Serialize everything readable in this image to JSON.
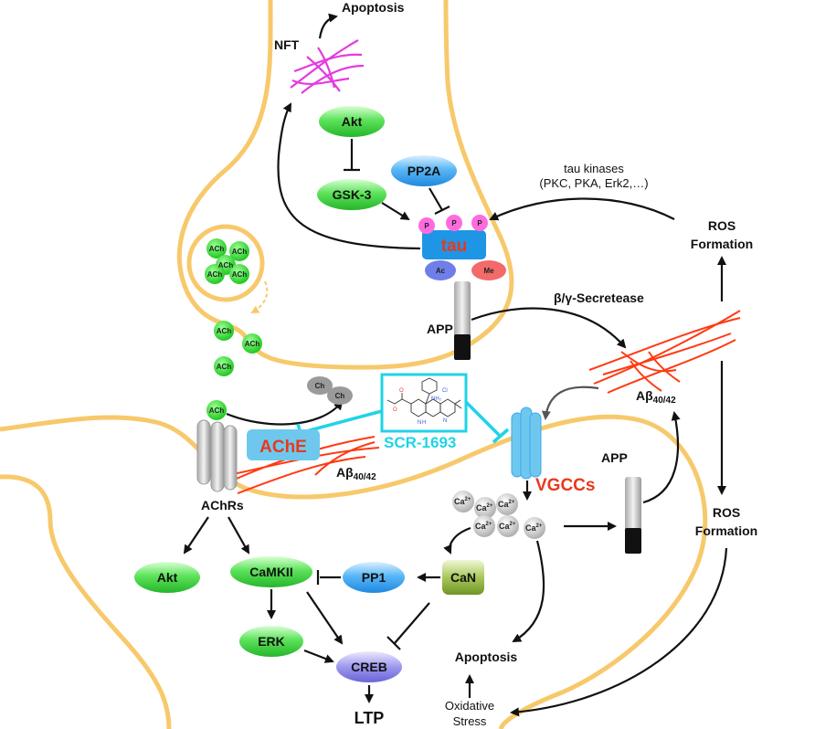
{
  "labels": {
    "apoptosis_top": "Apoptosis",
    "nft": "NFT",
    "akt_top": "Akt",
    "gsk3": "GSK-3",
    "pp2a": "PP2A",
    "tau": "tau",
    "p": "P",
    "ac": "Ac",
    "me": "Me",
    "tau_kinases_1": "tau kinases",
    "tau_kinases_2": "(PKC, PKA, Erk2,…)",
    "ros_top_1": "ROS",
    "ros_top_2": "Formation",
    "app_top": "APP",
    "secretase": "β/γ-Secretease",
    "abeta_right": "Aβ",
    "abeta_right_sub": "40/42",
    "ach": "ACh",
    "ch": "Ch",
    "ache": "AChE",
    "scr": "SCR-1693",
    "abeta_mid": "Aβ",
    "abeta_mid_sub": "40/42",
    "vgccs": "VGCCs",
    "app_right": "APP",
    "ca": "Ca",
    "ca_sup": "2+",
    "achrs": "AChRs",
    "akt_bottom": "Akt",
    "camkii": "CaMKII",
    "pp1": "PP1",
    "can": "CaN",
    "erk": "ERK",
    "creb": "CREB",
    "ltp": "LTP",
    "apoptosis_bottom": "Apoptosis",
    "ox_1": "Oxidative",
    "ox_2": "Stress",
    "ros_bottom_1": "ROS",
    "ros_bottom_2": "Formation",
    "mol_cl": "Cl",
    "mol_nh2": "NH₂",
    "mol_o": "O",
    "mol_n": "N",
    "mol_h": "H"
  },
  "colors": {
    "membrane": "#f7c96b",
    "green_node": "#35d33a",
    "blue_node": "#3aa6f0",
    "purple_node": "#8c86e6",
    "olive_node": "#8fb33a",
    "tau_box": "#1f95e6",
    "p_circle": "#ff6adf",
    "nft": "#e43be0",
    "abeta": "#ff3a12",
    "cyan": "#1fd3e8",
    "ache_box": "#6ec8ee"
  }
}
